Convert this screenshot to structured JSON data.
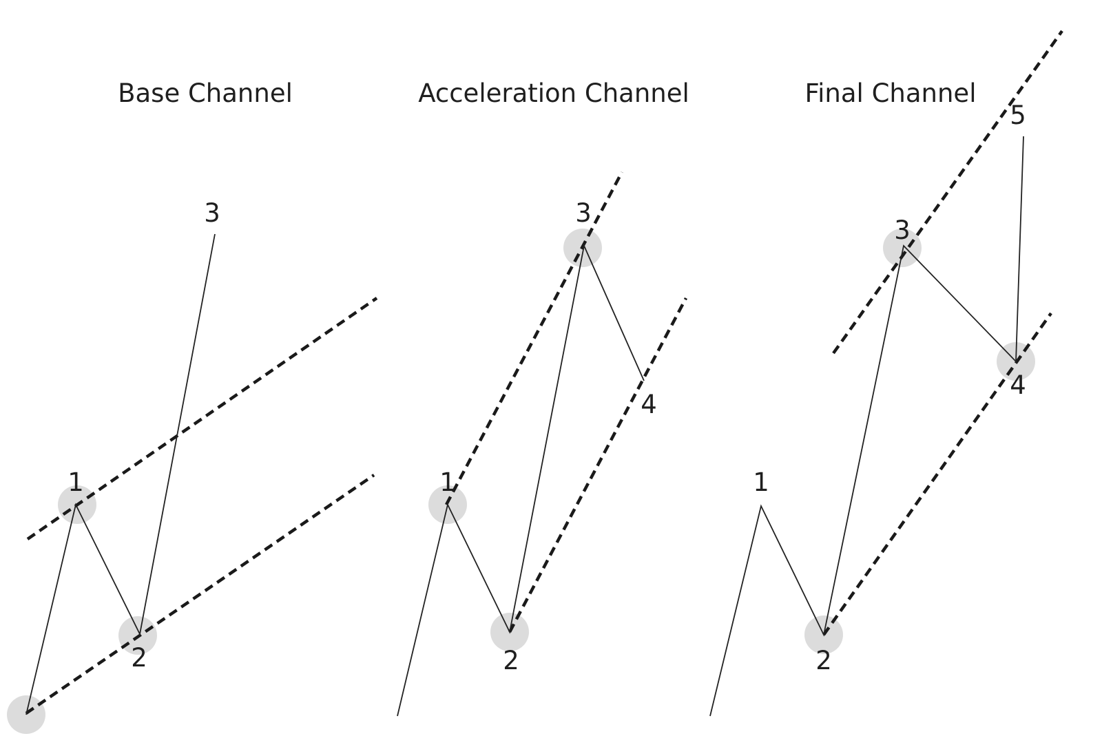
{
  "panels": [
    {
      "title": "Base Channel",
      "labels": [
        "1",
        "2",
        "3"
      ]
    },
    {
      "title": "Acceleration Channel",
      "labels": [
        "1",
        "2",
        "3",
        "4"
      ]
    },
    {
      "title": "Final Channel",
      "labels": [
        "1",
        "2",
        "3",
        "4",
        "5"
      ]
    }
  ],
  "colors": {
    "background": "#ffffff",
    "line": "#222222",
    "channel": "#1a1a1a",
    "pivot_highlight": "#d6d6d6"
  }
}
